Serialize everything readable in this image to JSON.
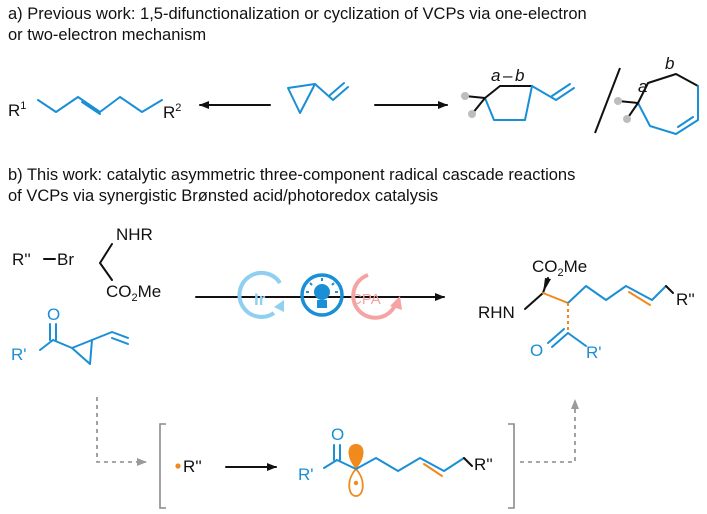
{
  "section_a": {
    "title_line1": "a) Previous work: 1,5-difunctionalization or cyclization of VCPs via one-electron",
    "title_line2": "or two-electron mechanism"
  },
  "section_b": {
    "title_line1": "b) This work: catalytic asymmetric three-component radical cascade reactions",
    "title_line2": "of VCPs via synergistic Brønsted acid/photoredox catalysis"
  },
  "labels": {
    "r1": "R",
    "r1_sup": "1",
    "r2": "R",
    "r2_sup": "2",
    "ring_a": "a",
    "ring_b": "b",
    "ring_dash": "–",
    "alkyl_bromide_r": "R''",
    "bromine": "Br",
    "amine": "NHR",
    "ester_prefix": "CO",
    "ester_sub": "2",
    "ester_suffix": "Me",
    "acyl_r": "R'",
    "oxygen": "O",
    "product_ester_prefix": "CO",
    "product_ester_sub": "2",
    "product_ester_suffix": "Me",
    "product_amine": "RHN",
    "product_r_double_prime": "R''",
    "product_oxygen": "O",
    "product_r_prime": "R'",
    "radical_r": "R''",
    "intermediate_r_prime": "R'",
    "intermediate_oxygen": "O",
    "intermediate_r_double_prime": "R''"
  },
  "catalysts": {
    "iridium": "Ir",
    "acid": "CPA"
  },
  "colors": {
    "blue": "#1a8fd6",
    "orange": "#f08a1c",
    "ir_circle": "#8fcff0",
    "cpa_circle": "#f5a3a3",
    "bulb": "#1a8fd6",
    "gray": "#8a8a8a"
  }
}
